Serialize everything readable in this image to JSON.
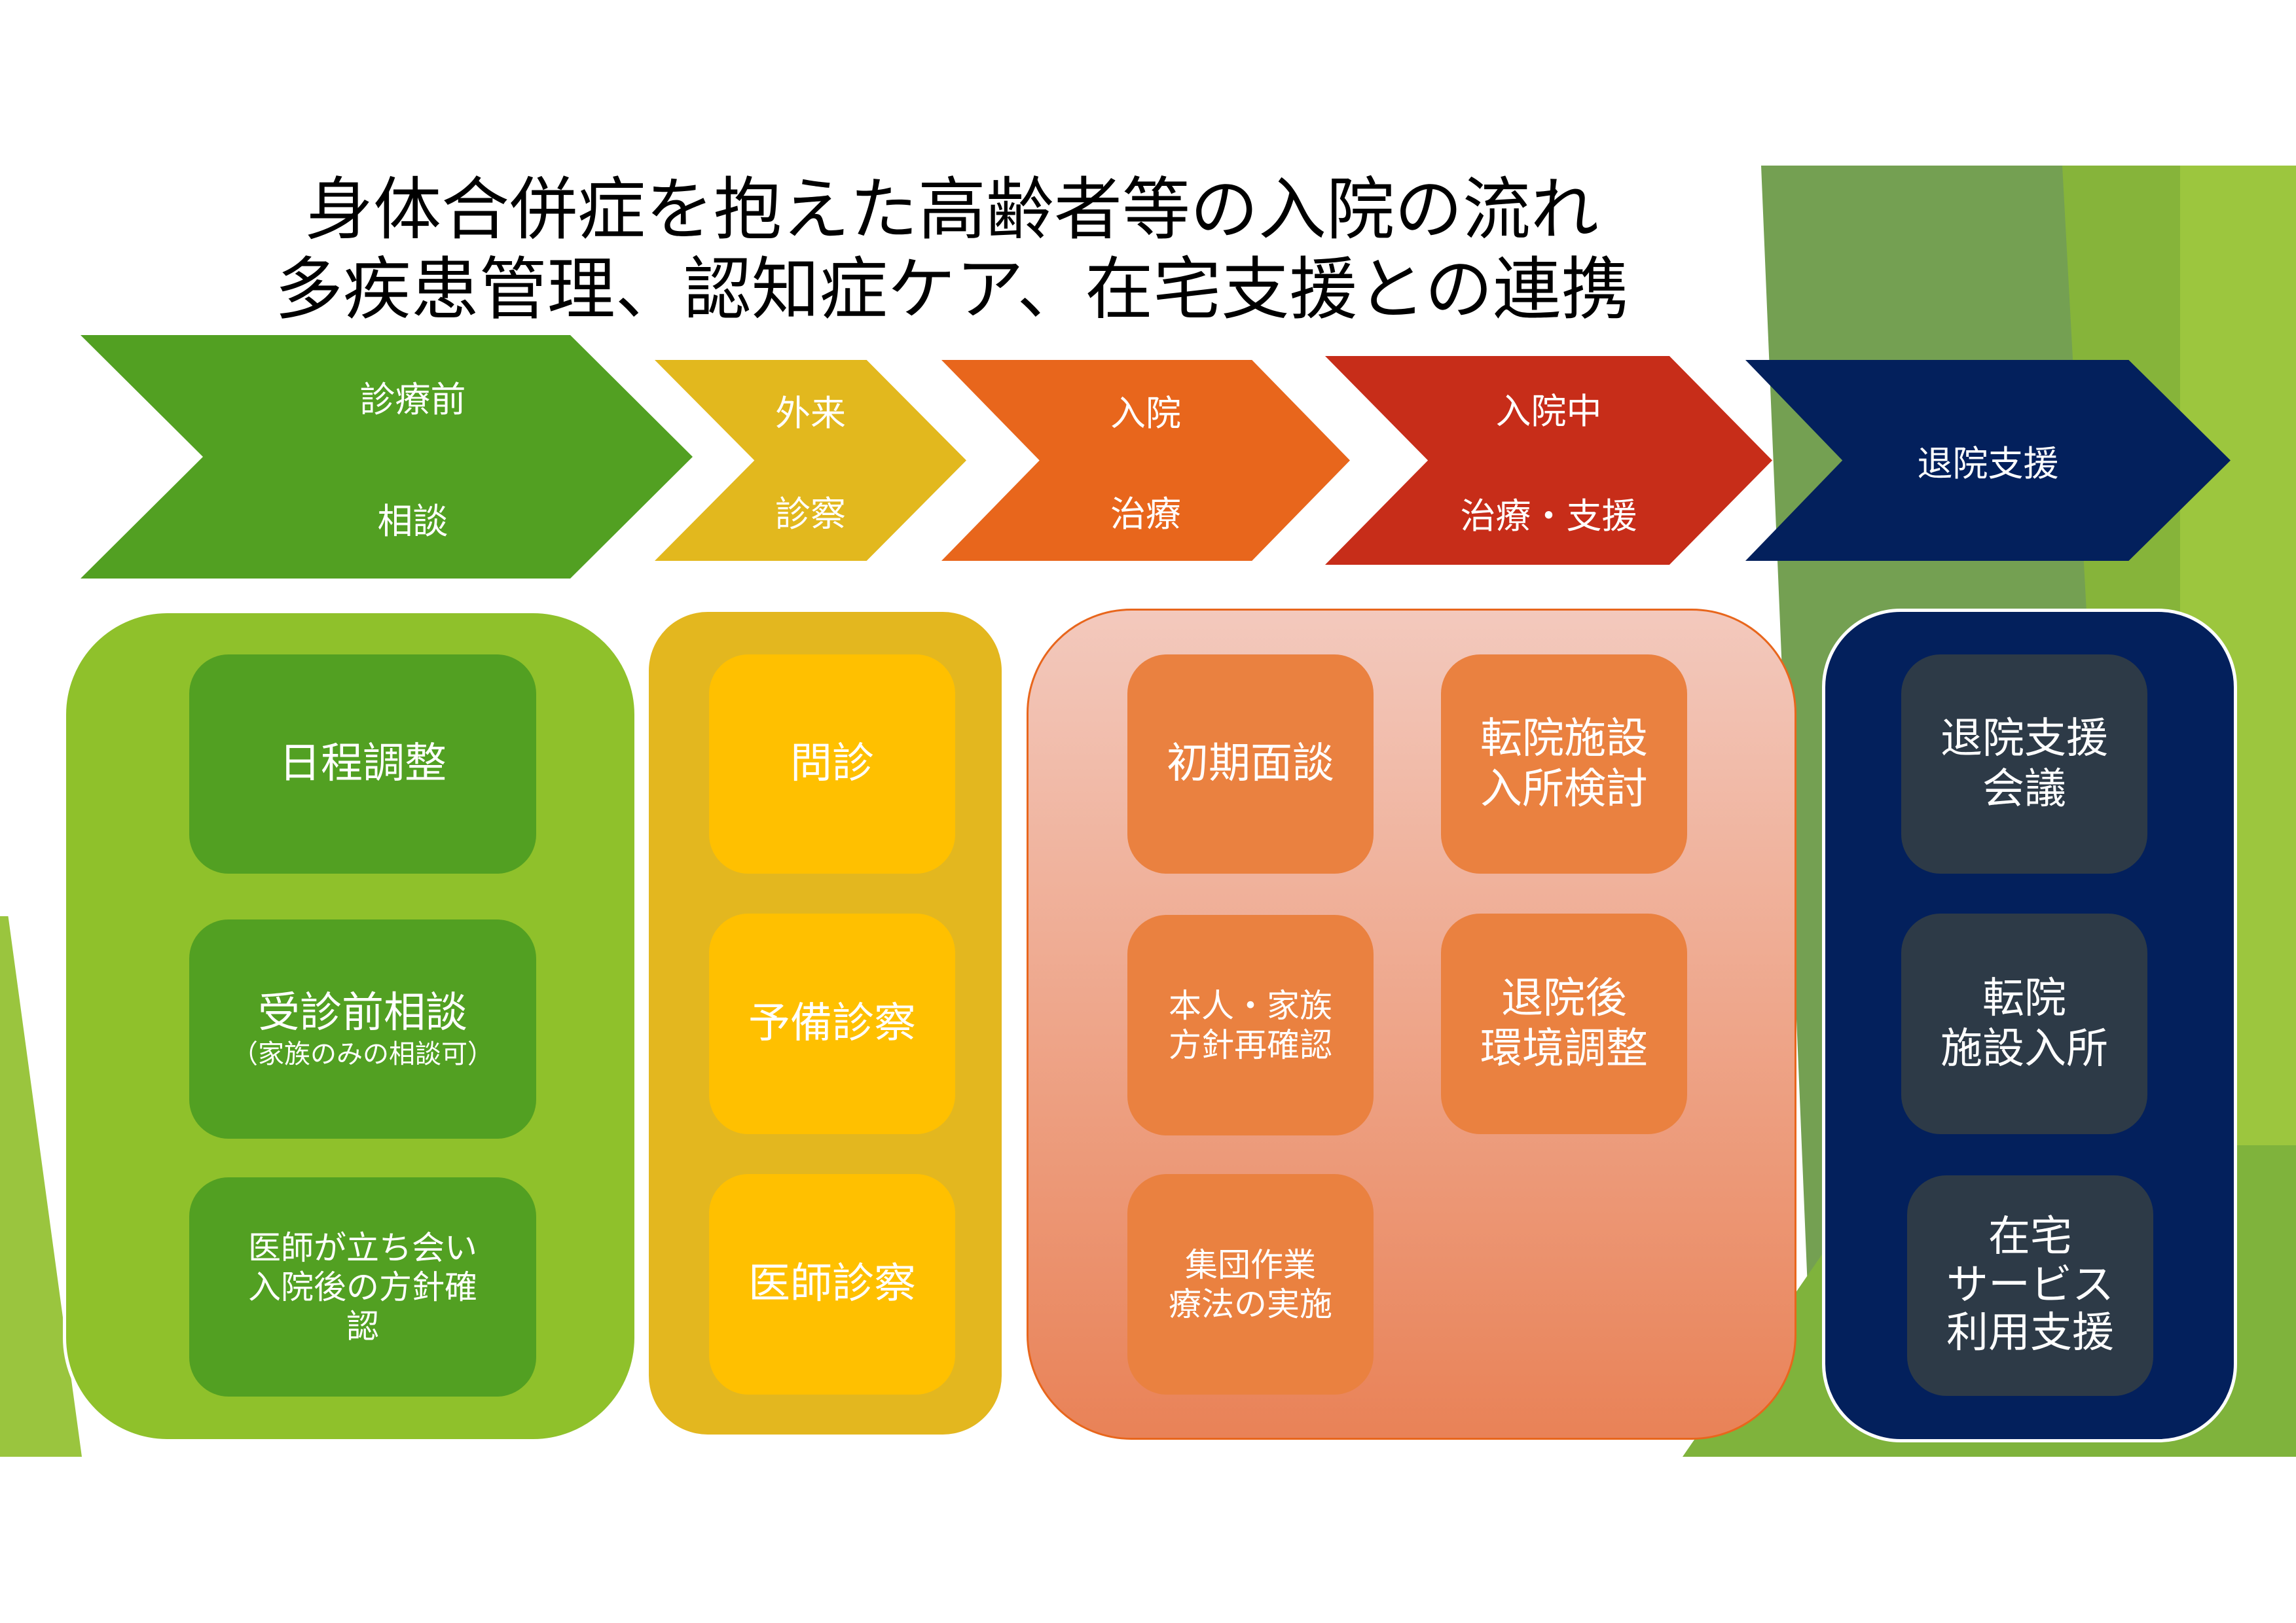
{
  "title": {
    "line1": "身体合併症を抱えた高齢者等の入院の流れ",
    "line2": "多疾患管理、認知症ケア、在宅支援との連携"
  },
  "stages": [
    {
      "line1": "診療前",
      "line2": "相談",
      "color": "#52a022"
    },
    {
      "line1": "外来",
      "line2": "診察",
      "color": "#e2b81e"
    },
    {
      "line1": "入院",
      "line2": "治療",
      "color": "#e8661c"
    },
    {
      "line1": "入院中",
      "line2": "治療・支援",
      "color": "#c72d19"
    },
    {
      "line1": "退院支援",
      "color": "#03205c"
    }
  ],
  "panels": {
    "pre_consult": [
      "日程調整",
      "受診前相談",
      "医師が立ち会い入院後の方針確認"
    ],
    "pre_consult_note": "（家族のみの相談可）",
    "outpatient": [
      "問診",
      "予備診察",
      "医師診察"
    ],
    "inpatient": [
      {
        "l1": "初期面談"
      },
      {
        "l1": "転院施設",
        "l2": "入所検討"
      },
      {
        "l1": "本人・家族",
        "l2": "方針再確認"
      },
      {
        "l1": "退院後",
        "l2": "環境調整"
      },
      {
        "l1": "集団作業",
        "l2": "療法の実施"
      }
    ],
    "discharge": [
      {
        "l1": "退院支援",
        "l2": "会議"
      },
      {
        "l1": "転院",
        "l2": "施設入所"
      },
      {
        "l1": "在宅",
        "l2": "サービス",
        "l3": "利用支援"
      }
    ]
  },
  "colors": {
    "green_panel": "#8fc12b",
    "yellow_panel": "#e3b71f",
    "navy_panel": "#03205c",
    "orange_box": "#ea8140"
  }
}
